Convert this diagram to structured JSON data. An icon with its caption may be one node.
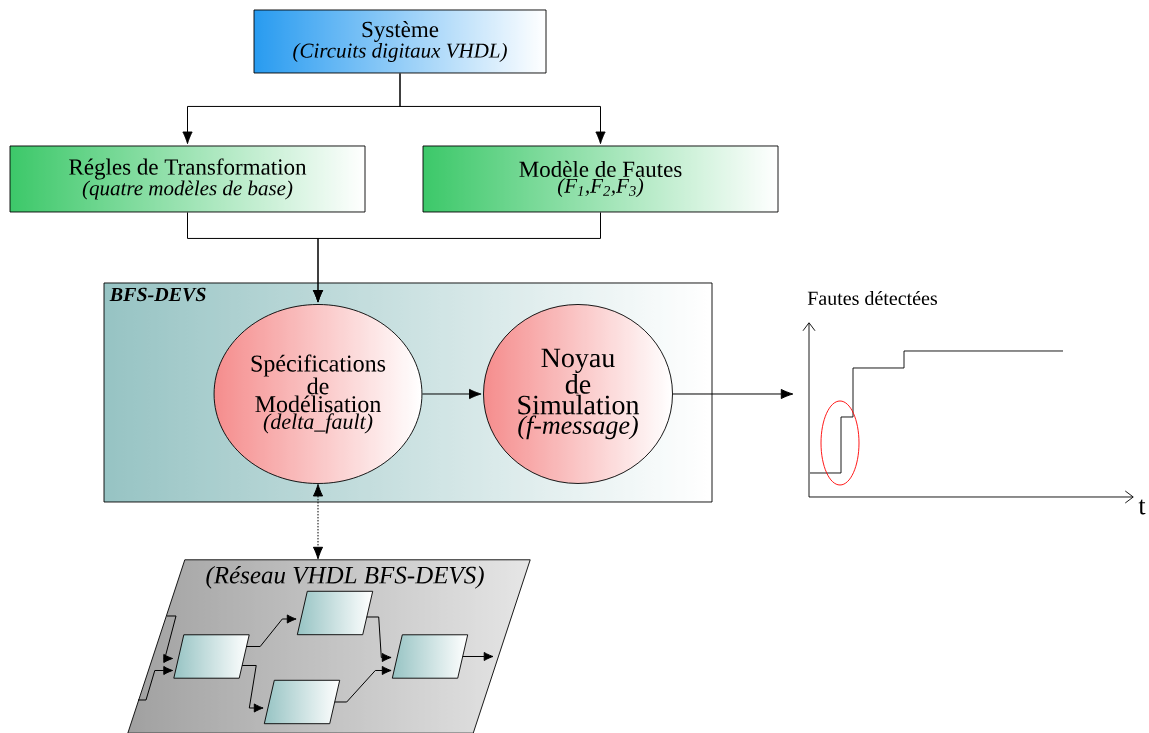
{
  "diagram": {
    "nodes": [
      {
        "text": [
          "Système",
          "(Circuits digitaux VHDL)"
        ]
      },
      {
        "text": [
          "Régles de Transformation",
          "(quatre modèles de base)"
        ]
      },
      {
        "text": [
          "Modèle de Fautes",
          "(F$_{1}$,F$_{2}$,F$_{3}$)"
        ]
      },
      {
        "text": [
          "BFS-DEVS"
        ]
      },
      {
        "text": [
          "Spécifications de Modélisation",
          "(delta_fault)"
        ],
        "in": 3
      },
      {
        "text": [
          "Noyau de Simulation",
          "(f-message)"
        ],
        "in": 3
      },
      {
        "text": [],
        "shape": "picture",
        "beside": [
          "Fautes détectées",
          "t"
        ]
      },
      {
        "text": [
          "(Réseau VHDL BFS-DEVS)"
        ]
      },
      {
        "text": [],
        "shape": "parallelogram",
        "in": 7
      },
      {
        "text": [],
        "shape": "parallelogram",
        "in": 7
      },
      {
        "text": [],
        "shape": "parallelogram",
        "in": 7
      },
      {
        "text": [],
        "shape": "parallelogram",
        "in": 7
      }
    ],
    "edges": [
      {
        "from": 0,
        "to": 1,
        "arrow": "to"
      },
      {
        "from": 0,
        "to": 2,
        "arrow": "to"
      },
      {
        "from": 1,
        "to": 4,
        "arrow": "to"
      },
      {
        "from": 2,
        "to": 4,
        "arrow": "to"
      },
      {
        "from": 4,
        "to": 5,
        "arrow": "to"
      },
      {
        "from": 5,
        "to": 6,
        "arrow": "to"
      },
      {
        "from": 4,
        "to": 7,
        "arrow": "both",
        "style": "dashed"
      },
      {
        "from": null,
        "to": 8,
        "arrow": "to"
      },
      {
        "from": null,
        "to": 8,
        "arrow": "to"
      },
      {
        "from": 8,
        "to": 9,
        "arrow": "to"
      },
      {
        "from": 8,
        "to": 10,
        "arrow": "to"
      },
      {
        "from": 9,
        "to": 11,
        "arrow": "to"
      },
      {
        "from": 10,
        "to": 11,
        "arrow": "to"
      },
      {
        "from": 11,
        "to": null,
        "arrow": "to"
      }
    ]
  }
}
